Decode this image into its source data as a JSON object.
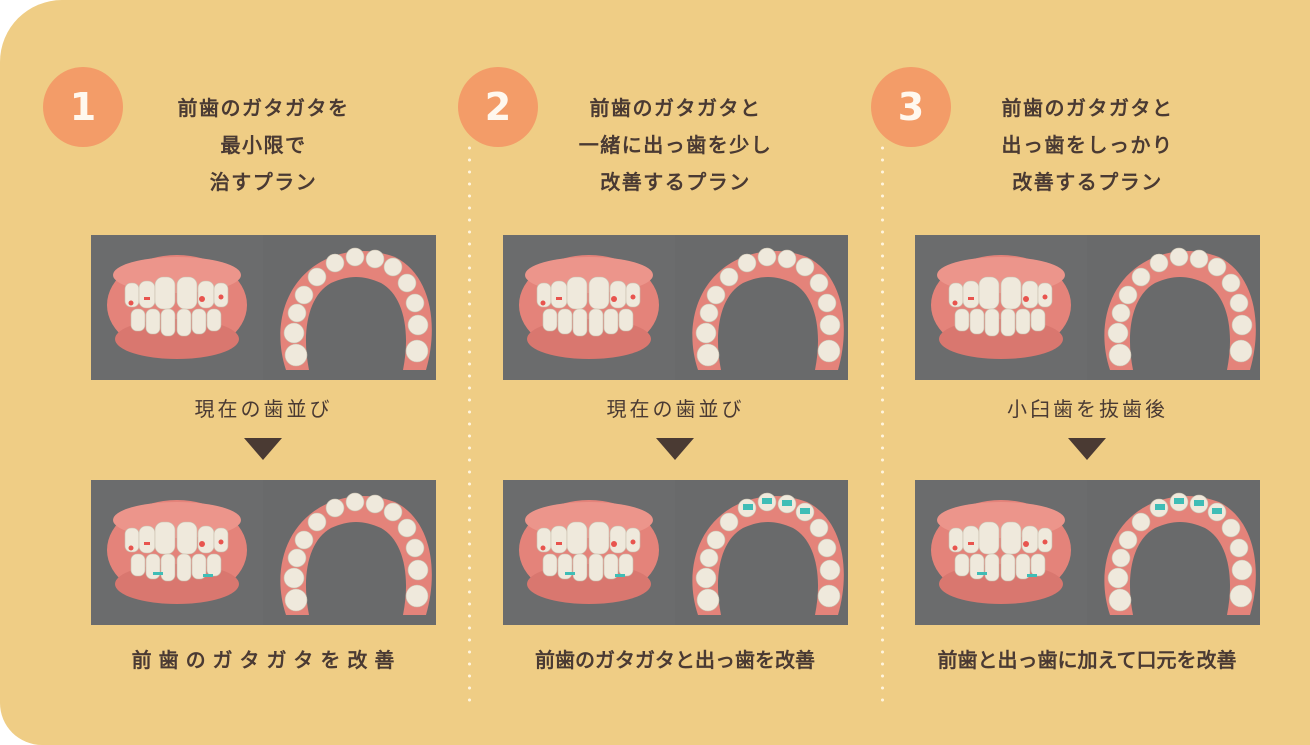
{
  "colors": {
    "background": "#efcd85",
    "badge": "#f39c68",
    "text": "#4a3a33",
    "image_bg": "#6a6b6c",
    "gum": "#e9867c",
    "tooth": "#efe9dc",
    "attachment": "#e8544e",
    "aligner_accent": "#3fbdb6"
  },
  "plans": [
    {
      "number": "1",
      "title_lines": [
        "前歯のガタガタを",
        "最小限で",
        "治すプラン"
      ],
      "before_caption": "現在の歯並び",
      "before_image_label": "current-teeth-front-and-occlusal-view",
      "after_image_label": "improved-teeth-front-and-occlusal-view",
      "result": "前 歯 の ガ タ ガ タ を 改 善"
    },
    {
      "number": "2",
      "title_lines": [
        "前歯のガタガタと",
        "一緒に出っ歯を少し",
        "改善するプラン"
      ],
      "before_caption": "現在の歯並び",
      "before_image_label": "current-teeth-front-and-occlusal-view",
      "after_image_label": "improved-teeth-front-and-occlusal-view",
      "result": "前歯のガタガタと出っ歯を改善"
    },
    {
      "number": "3",
      "title_lines": [
        "前歯のガタガタと",
        "出っ歯をしっかり",
        "改善するプラン"
      ],
      "before_caption": "小臼歯を抜歯後",
      "before_image_label": "after-premolar-extraction-teeth-view",
      "after_image_label": "improved-teeth-front-and-occlusal-view",
      "result": "前歯と出っ歯に加えて口元を改善"
    }
  ]
}
